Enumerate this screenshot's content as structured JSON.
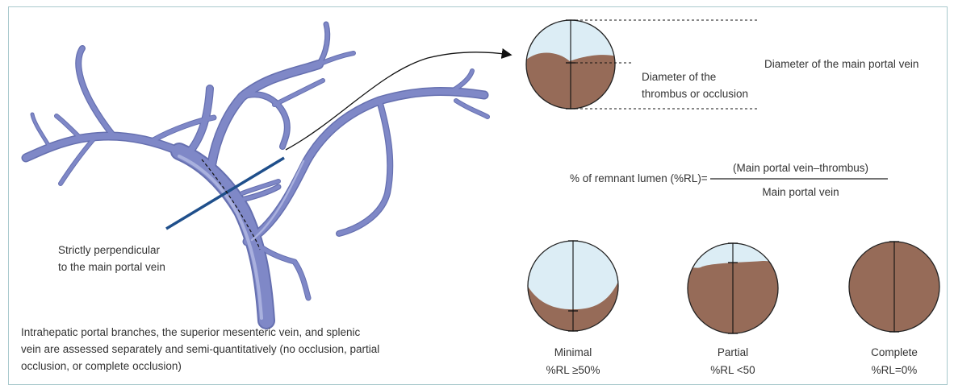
{
  "labels": {
    "diameter_main": "Diameter of the main portal vein",
    "diameter_thrombus_line1": "Diameter of the",
    "diameter_thrombus_line2": "thrombus or occlusion",
    "perpendicular_line1": "Strictly perpendicular",
    "perpendicular_line2": "to the main portal vein",
    "note_line1": "Intrahepatic portal branches, the superior mesenteric vein, and splenic",
    "note_line2": "vein are assessed separately and semi-quantitatively (no occlusion, partial",
    "note_line3": "occlusion, or complete occlusion)"
  },
  "formula": {
    "lhs": "% of remnant lumen (%RL)=",
    "numerator": "(Main portal vein–thrombus)",
    "denominator": "Main portal vein"
  },
  "grades": [
    {
      "name": "Minimal",
      "criterion": "%RL ≥50%"
    },
    {
      "name": "Partial",
      "criterion": "%RL <50"
    },
    {
      "name": "Complete",
      "criterion": "%RL=0%"
    }
  ],
  "colors": {
    "vein": "#7f88c7",
    "vein_highlight": "#b4bbe4",
    "lumen": "#dcedf5",
    "thrombus": "#966b58",
    "marker_line": "#1f4f8b",
    "frame": "#a9c9cd"
  }
}
